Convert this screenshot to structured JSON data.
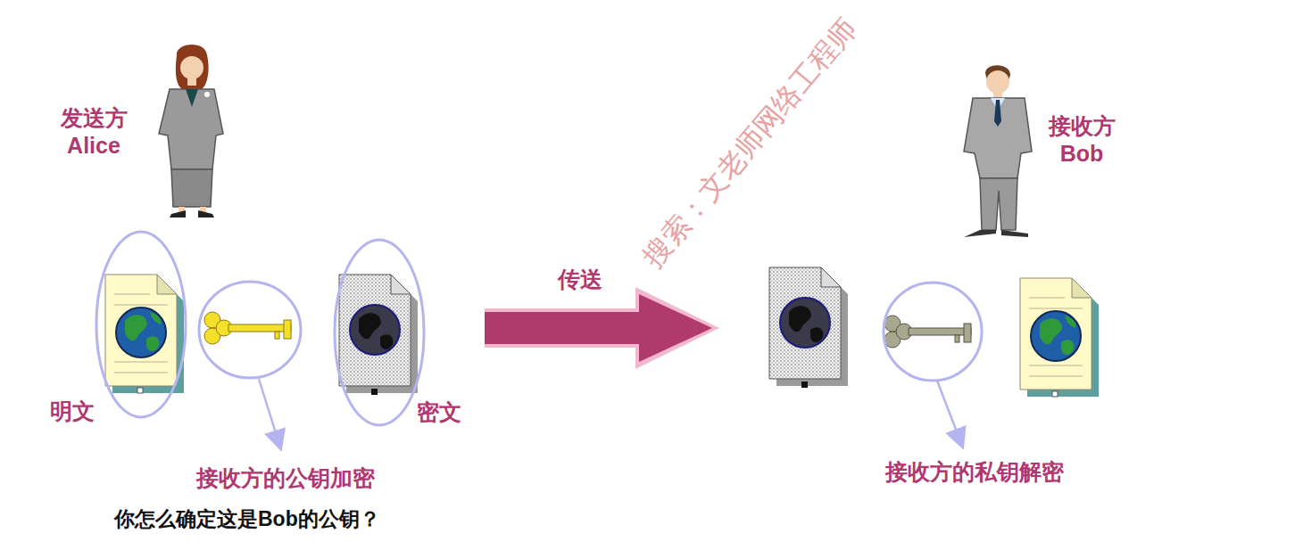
{
  "diagram": {
    "nodes": [
      {
        "text": [
          "明文"
        ]
      },
      {
        "text": [
          "密文"
        ]
      }
    ],
    "labels": [
      "发送方 Alice",
      "接收方 Bob",
      "传送",
      "接收方的公钥加密",
      "你怎么确定这是Bob的公钥？",
      "接收方的私钥解密",
      "搜索：文老师网络工程师"
    ]
  }
}
